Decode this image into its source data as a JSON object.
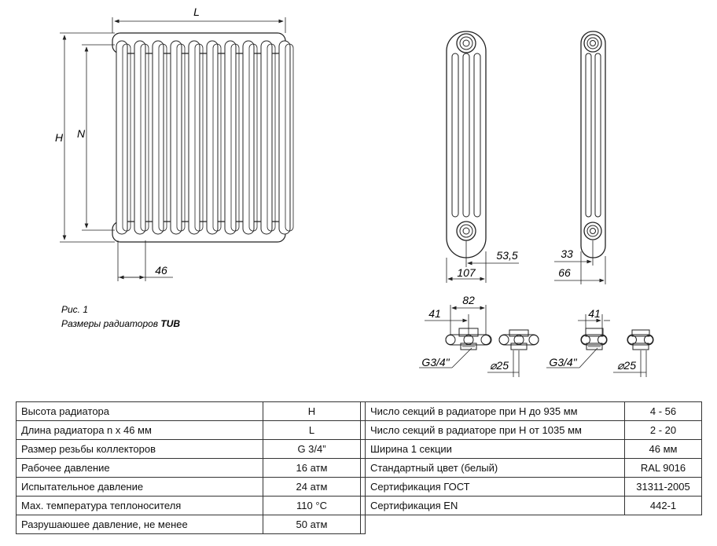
{
  "figure": {
    "caption_line1": "Рис. 1",
    "caption_line2_prefix": "Размеры радиаторов ",
    "caption_line2_model": "TUB",
    "dims": {
      "L": "L",
      "H": "H",
      "N": "N",
      "section": "46",
      "depth3": "107",
      "axis3": "53,5",
      "depth2": "66",
      "axis2": "33",
      "conn3_outer": "82",
      "conn3_inner": "41",
      "conn2_inner": "41",
      "thread3": "G3/4\"",
      "thread2": "G3/4\"",
      "dia3": "⌀25",
      "dia2": "⌀25"
    }
  },
  "specs": {
    "left": [
      {
        "param": "Высота радиатора",
        "value": "H"
      },
      {
        "param": "Длина радиатора n x 46 мм",
        "value": "L"
      },
      {
        "param": "Размер резьбы коллекторов",
        "value": "G 3/4”"
      },
      {
        "param": "Рабочее давление",
        "value": "16 атм"
      },
      {
        "param": "Испытательное давление",
        "value": "24 атм"
      },
      {
        "param": "Мах. температура теплоносителя",
        "value": "110 °С"
      },
      {
        "param": "Разрушаюшее давление, не менее",
        "value": "50 атм"
      }
    ],
    "right": [
      {
        "param": "Число секций в радиаторе при H до 935 мм",
        "value": "4 - 56"
      },
      {
        "param": "Число секций в радиаторе при H от 1035 мм",
        "value": "2 - 20"
      },
      {
        "param": "Ширина 1 секции",
        "value": "46 мм"
      },
      {
        "param": "Стандартный цвет (белый)",
        "value": "RAL 9016"
      },
      {
        "param": "Сертификация ГОСТ",
        "value": "31311-2005"
      },
      {
        "param": "Сертификация EN",
        "value": "442-1"
      }
    ]
  }
}
